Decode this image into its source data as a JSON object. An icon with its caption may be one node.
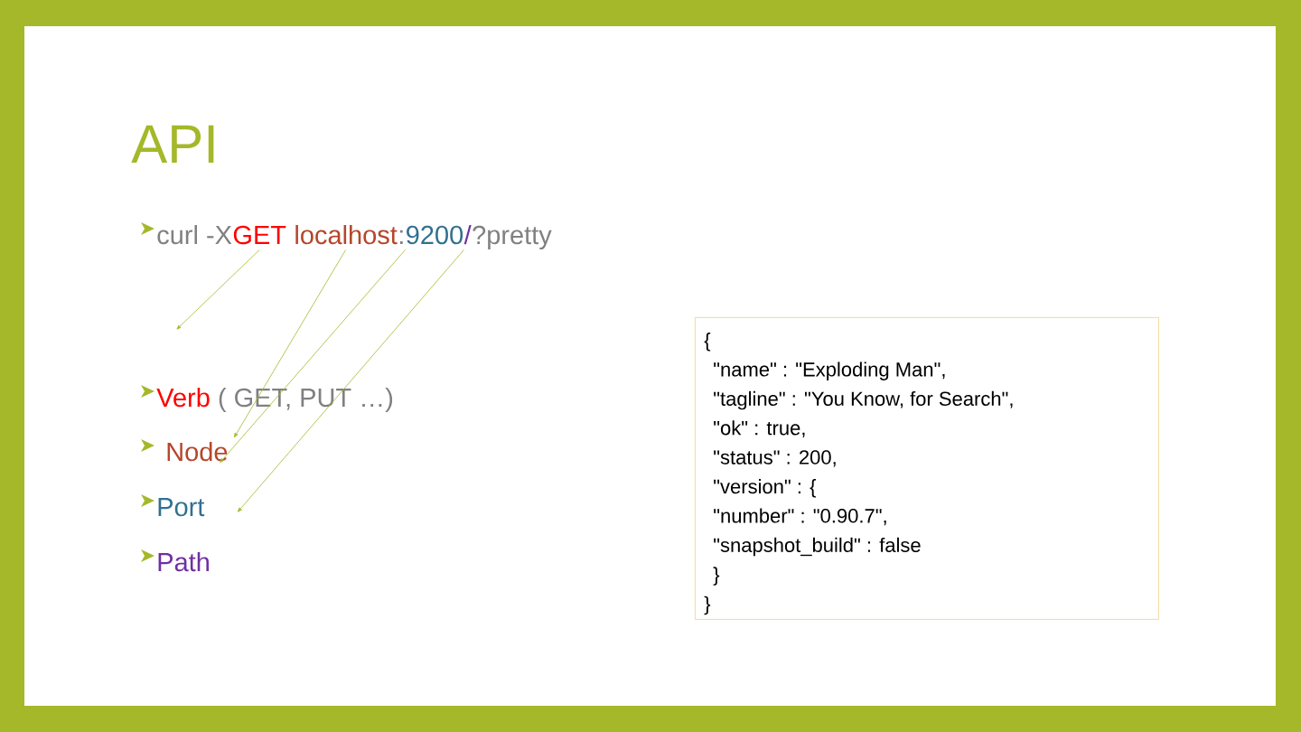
{
  "diagram": {
    "title": "API",
    "nodes": [
      {
        "text": [
          "curl -X"
        ]
      },
      {
        "text": [
          "GET"
        ]
      },
      {
        "text": [
          "localhost"
        ]
      },
      {
        "text": [
          ":"
        ]
      },
      {
        "text": [
          "9200"
        ]
      },
      {
        "text": [
          "/"
        ]
      },
      {
        "text": [
          "?pretty"
        ]
      },
      {
        "text": [
          "Verb",
          "( GET, PUT …)"
        ]
      },
      {
        "text": [
          "Node"
        ]
      },
      {
        "text": [
          "Port"
        ]
      },
      {
        "text": [
          "Path"
        ]
      },
      {
        "text": [
          "{",
          "\"name\" : \"Exploding Man\",",
          "\"tagline\" : \"You Know, for Search\",",
          "\"ok\" : true,",
          "\"status\" : 200,",
          "\"version\" : {",
          "\"number\" : \"0.90.7\",",
          "\"snapshot_build\" : false",
          "}",
          "}"
        ]
      }
    ],
    "edges": [
      {
        "from": 1,
        "to": null,
        "arrow": "to"
      },
      {
        "from": 2,
        "to": 8,
        "arrow": "to"
      },
      {
        "from": 4,
        "to": 8,
        "arrow": "to"
      },
      {
        "from": 4,
        "to": 9,
        "arrow": "to"
      }
    ]
  }
}
